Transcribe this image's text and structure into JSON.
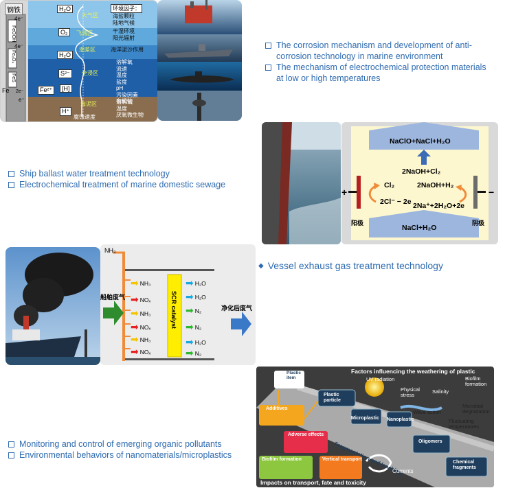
{
  "panel1": {
    "material_label": "钢铁",
    "zones": [
      "大气区",
      "飞溅区",
      "潮差区",
      "全浸区",
      "海泥区"
    ],
    "factor_header": "环境因子：",
    "factors_atmos": [
      "海盐颗粒",
      "陆地气候"
    ],
    "factors_splash": [
      "干湿环境",
      "阳光辐射"
    ],
    "factors_tidal": [
      "海洋泥沙作用"
    ],
    "factors_immersion": [
      "溶解氧",
      "流速",
      "温度",
      "盐度",
      "pH",
      "污染因素",
      "有机物"
    ],
    "factors_mud": [
      "溶解氧",
      "温度",
      "厌氧微生物"
    ],
    "bottom_label": "腐蚀速度",
    "chem_labels": [
      "H₂O",
      "O₂",
      "H₂O",
      "S²⁻",
      "[H]",
      "H⁺",
      "Fe²⁺"
    ],
    "vertical_labels": [
      "FeOOH",
      "Fe₃O₄",
      "FeS"
    ],
    "electrons": [
      "4e⁻",
      "4e⁻",
      "2e⁻"
    ],
    "fe_label": "Fe",
    "e_label": "e⁻"
  },
  "bullets_top": [
    "The corrosion mechanism and development  of anti-corrosion technology in marine environment",
    "The mechanism of electrochemical protection materials at low or high temperatures"
  ],
  "bullets_ballast": [
    "Ship ballast water treatment technology",
    "Electrochemical treatment of marine domestic sewage"
  ],
  "electro": {
    "top_product": "NaClO+NaCl+H₂O",
    "reaction_mid": "2NaOH+Cl₂",
    "cl2": "Cl₂",
    "naoh_h2": "2NaOH+H₂",
    "anode_rxn": "2Cl⁻ − 2e",
    "cathode_rxn": "2Na⁺+2H₂O+2e",
    "anode": "阳极",
    "cathode": "阴极",
    "input": "NaCl+H₂O",
    "plus": "+",
    "minus": "−"
  },
  "exhaust_title": "Vessel exhaust  gas treatment  technology",
  "scr": {
    "nh3_top": "NH₃",
    "inlet": "船舶废气",
    "outlet": "净化后废气",
    "catalyst": "SCR catalyst",
    "rows_in": [
      "NH₃",
      "NOₓ",
      "NH₃",
      "NOₓ",
      "NH₃",
      "NOₓ"
    ],
    "rows_out": [
      "H₂O",
      "H₂O",
      "N₂",
      "N₂",
      "H₂O",
      "N₂"
    ]
  },
  "bullets_bottom": [
    "Monitoring and control of emerging organic  pollutants",
    "Environmental  behaviors  of nanomaterials/microplastics"
  ],
  "plastic": {
    "title": "Factors influencing the weathering of plastic",
    "plastic_item": "Plastic item",
    "uv": "UV radiation",
    "physical_stress": "Physical stress",
    "salinity": "Salinity",
    "biofilm": "Biofilm formation",
    "plastic_particle": "Plastic particle",
    "wave": "Wave action",
    "microbial": "Microbial degradation",
    "additives": "Additives",
    "microplastic": "Microplastic",
    "nanoplastic": "Nanoplastic",
    "fluctuating": "Fluctuating temperatures",
    "fragmentation": "Fragmentation and leaching",
    "adverse": "Adverse effects",
    "oligomers": "Oligomers",
    "biofilm2": "Biofilm formation",
    "vertical": "Vertical transport",
    "currents": "Currents",
    "chemical": "Chemical fragments",
    "impacts": "Impacts on transport, fate and toxicity"
  },
  "colors": {
    "blue_text": "#2e6bb0",
    "scr_orange": "#f08b3a",
    "scr_yellow": "#ffee00",
    "plastic_bg": "#3c3c3c"
  }
}
